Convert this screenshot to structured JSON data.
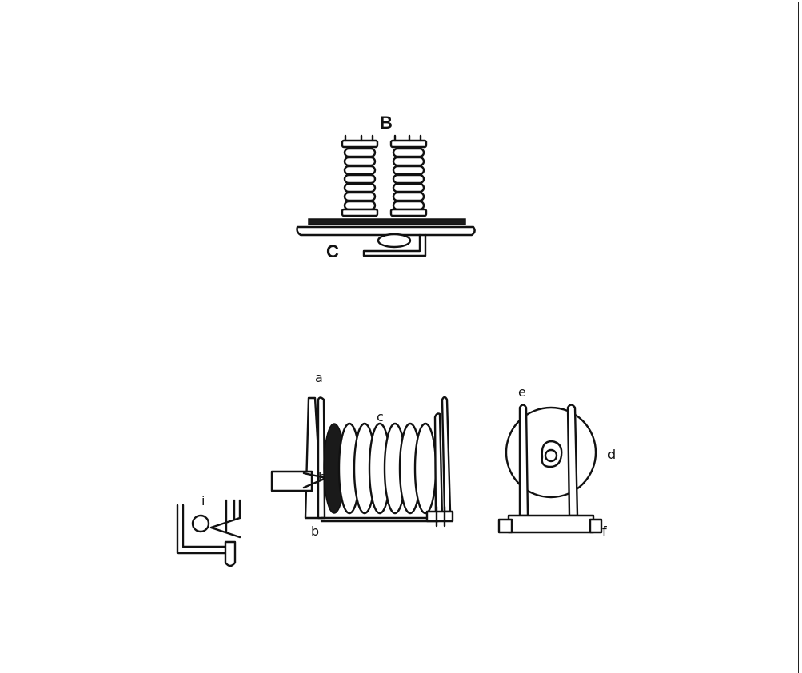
{
  "labels": {
    "top_b": "B",
    "top_c": "C",
    "a": "a",
    "b": "b",
    "c": "c",
    "d": "d",
    "e": "e",
    "f": "f",
    "h": "h",
    "i": "i"
  }
}
